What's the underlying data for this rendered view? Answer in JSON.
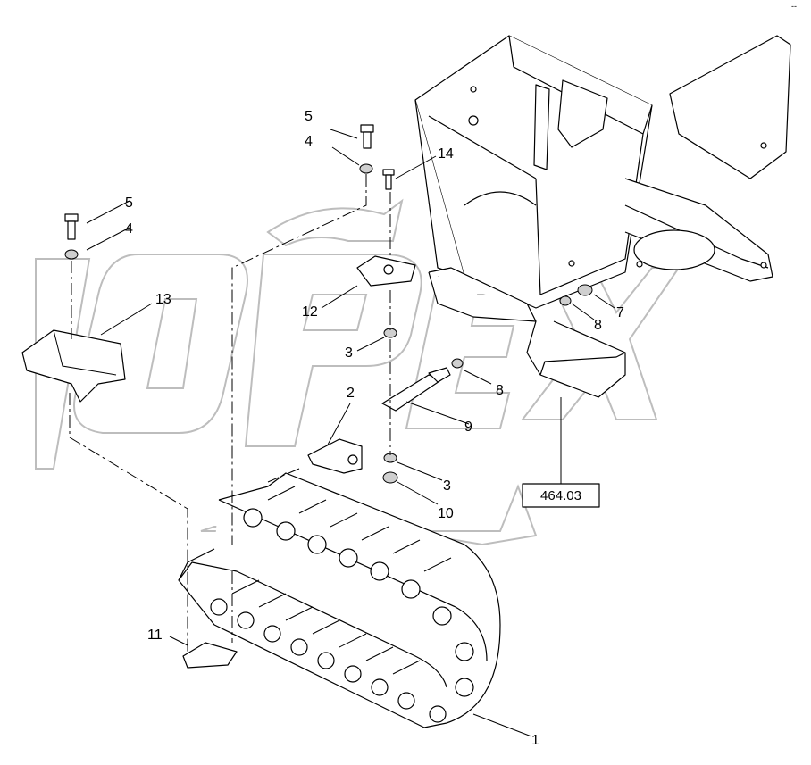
{
  "diagram": {
    "callouts": [
      {
        "id": "c1",
        "label": "1"
      },
      {
        "id": "c2",
        "label": "2"
      },
      {
        "id": "c3a",
        "label": "3"
      },
      {
        "id": "c3b",
        "label": "3"
      },
      {
        "id": "c4a",
        "label": "4"
      },
      {
        "id": "c4b",
        "label": "4"
      },
      {
        "id": "c5a",
        "label": "5"
      },
      {
        "id": "c5b",
        "label": "5"
      },
      {
        "id": "c7",
        "label": "7"
      },
      {
        "id": "c8a",
        "label": "8"
      },
      {
        "id": "c8b",
        "label": "8"
      },
      {
        "id": "c9",
        "label": "9"
      },
      {
        "id": "c10",
        "label": "10"
      },
      {
        "id": "c11",
        "label": "11"
      },
      {
        "id": "c12",
        "label": "12"
      },
      {
        "id": "c13",
        "label": "13"
      },
      {
        "id": "c14",
        "label": "14"
      }
    ],
    "reference_box": "464.03",
    "watermark": "OPEX",
    "corner_mark": "--"
  }
}
